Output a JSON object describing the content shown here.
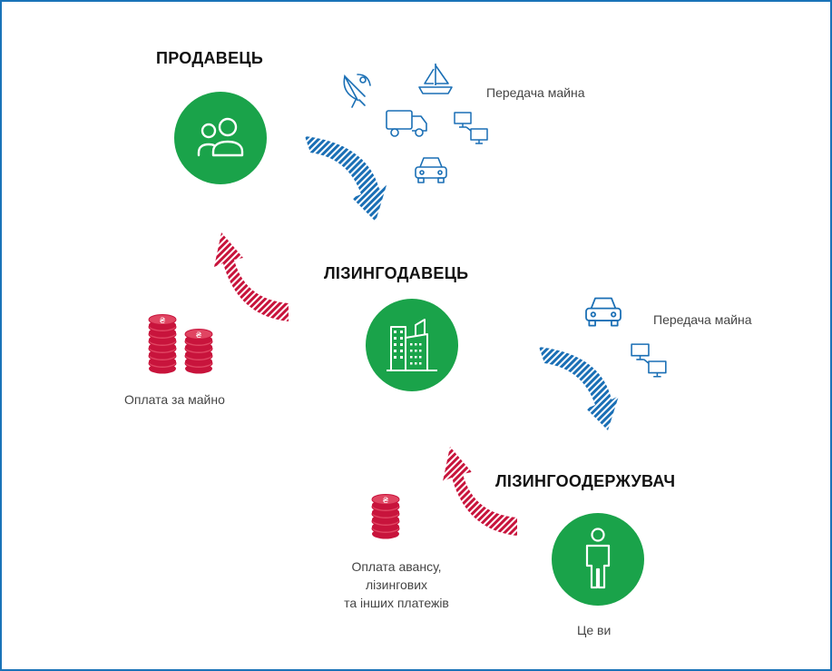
{
  "seller": {
    "title": "ПРОДАВЕЦЬ"
  },
  "lessor": {
    "title": "ЛІЗИНГОДАВЕЦЬ"
  },
  "lessee": {
    "title": "ЛІЗИНГООДЕРЖУВАЧ",
    "caption": "Це ви"
  },
  "transfer_top": {
    "label": "Передача майна"
  },
  "transfer_right": {
    "label": "Передача майна"
  },
  "payment_left": {
    "label": "Оплата за майно"
  },
  "payment_bottom": {
    "lines": [
      "Оплата авансу,",
      "лізингових",
      "та інших платежів"
    ]
  },
  "colors": {
    "frame": "#1a73b8",
    "circle": "#1aa34a",
    "transfer_arrow": "#1a6fb5",
    "payment_arrow": "#c8143c",
    "asset_icon": "#1a6fb5",
    "coin": "#c8143c"
  },
  "icons": {
    "seller": "people-icon",
    "lessor": "buildings-icon",
    "lessee": "person-icon",
    "assets": [
      "satellite-dish-icon",
      "sailboat-icon",
      "truck-icon",
      "computers-icon",
      "car-icon"
    ],
    "coins": "coin-stack-icon"
  }
}
